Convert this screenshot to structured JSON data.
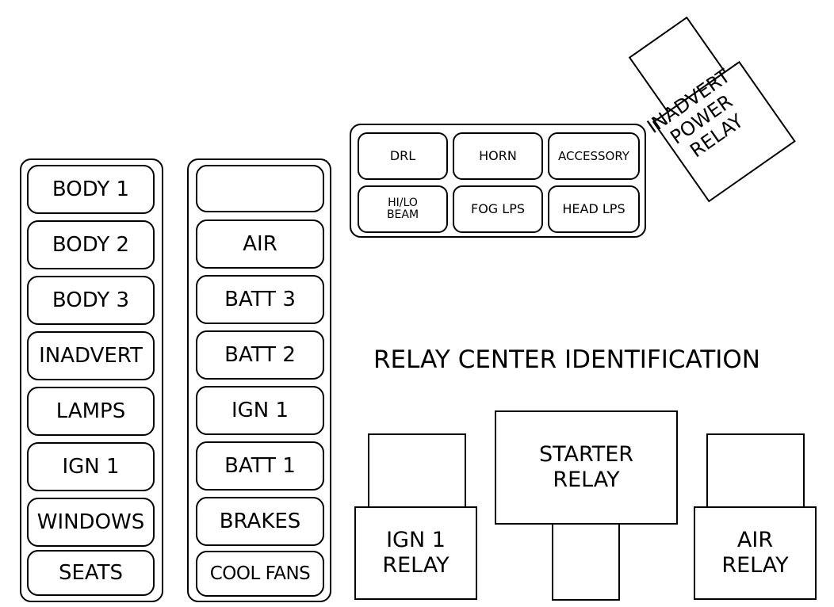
{
  "title": "RELAY CENTER IDENTIFICATION",
  "left_fuse_column": [
    "BODY 1",
    "BODY 2",
    "BODY 3",
    "INADVERT",
    "LAMPS",
    "IGN 1",
    "WINDOWS",
    "SEATS"
  ],
  "middle_fuse_column": [
    "",
    "AIR",
    "BATT 3",
    "BATT 2",
    "IGN 1",
    "BATT 1",
    "BRAKES",
    "COOL FANS"
  ],
  "small_fuse_block": {
    "row1": [
      "DRL",
      "HORN",
      "ACCESSORY"
    ],
    "row2": [
      "HI/LO\nBEAM",
      "FOG LPS",
      "HEAD LPS"
    ]
  },
  "relays": {
    "inadvert_power": "INADVERT\nPOWER\nRELAY",
    "ign1": "IGN 1\nRELAY",
    "starter": "STARTER\nRELAY",
    "air": "AIR\nRELAY"
  }
}
